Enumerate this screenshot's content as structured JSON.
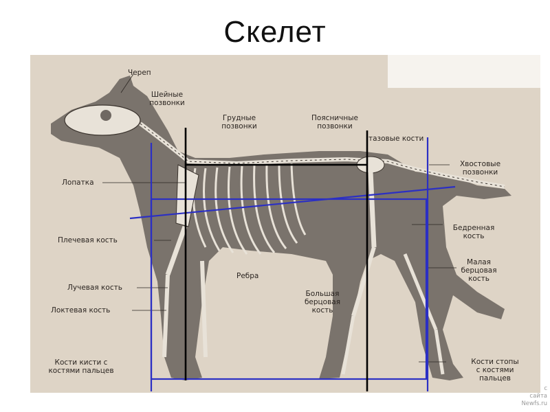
{
  "title": "Скелет",
  "labels": {
    "skull": "Череп",
    "neck_vertebrae_1": "Шейные",
    "neck_vertebrae_2": "позвонки",
    "chest_vertebrae_1": "Грудные",
    "chest_vertebrae_2": "позвонки",
    "lumbar_vertebrae_1": "Поясничные",
    "lumbar_vertebrae_2": "позвонки",
    "pelvic_bones": "тазовые кости",
    "tail_vertebrae_1": "Хвостовые",
    "tail_vertebrae_2": "позвонки",
    "scapula": "Лопатка",
    "humerus": "Плечевая кость",
    "radius": "Лучевая кость",
    "ulna": "Локтевая кость",
    "ribs": "Ребра",
    "femur_1": "Бедренная",
    "femur_2": "кость",
    "fibula_1": "Малая",
    "fibula_2": "берцовая",
    "fibula_3": "кость",
    "tibia_1": "Большая",
    "tibia_2": "берцовая",
    "tibia_3": "кость",
    "wrist_1": "Кости кисти с",
    "wrist_2": "костями пальцев",
    "foot_1": "Кости стопы",
    "foot_2": "с костями",
    "foot_3": "пальцев"
  },
  "watermark": {
    "line1": "с",
    "line2": "сайта",
    "line3": "Newfs.ru"
  },
  "colors": {
    "background": "#ffffff",
    "figure_bg": "#ded4c6",
    "silhouette": "#6f6862",
    "bone": "#e8e2d8",
    "overlay_blue": "#2b2fc4",
    "overlay_black": "#000000"
  }
}
